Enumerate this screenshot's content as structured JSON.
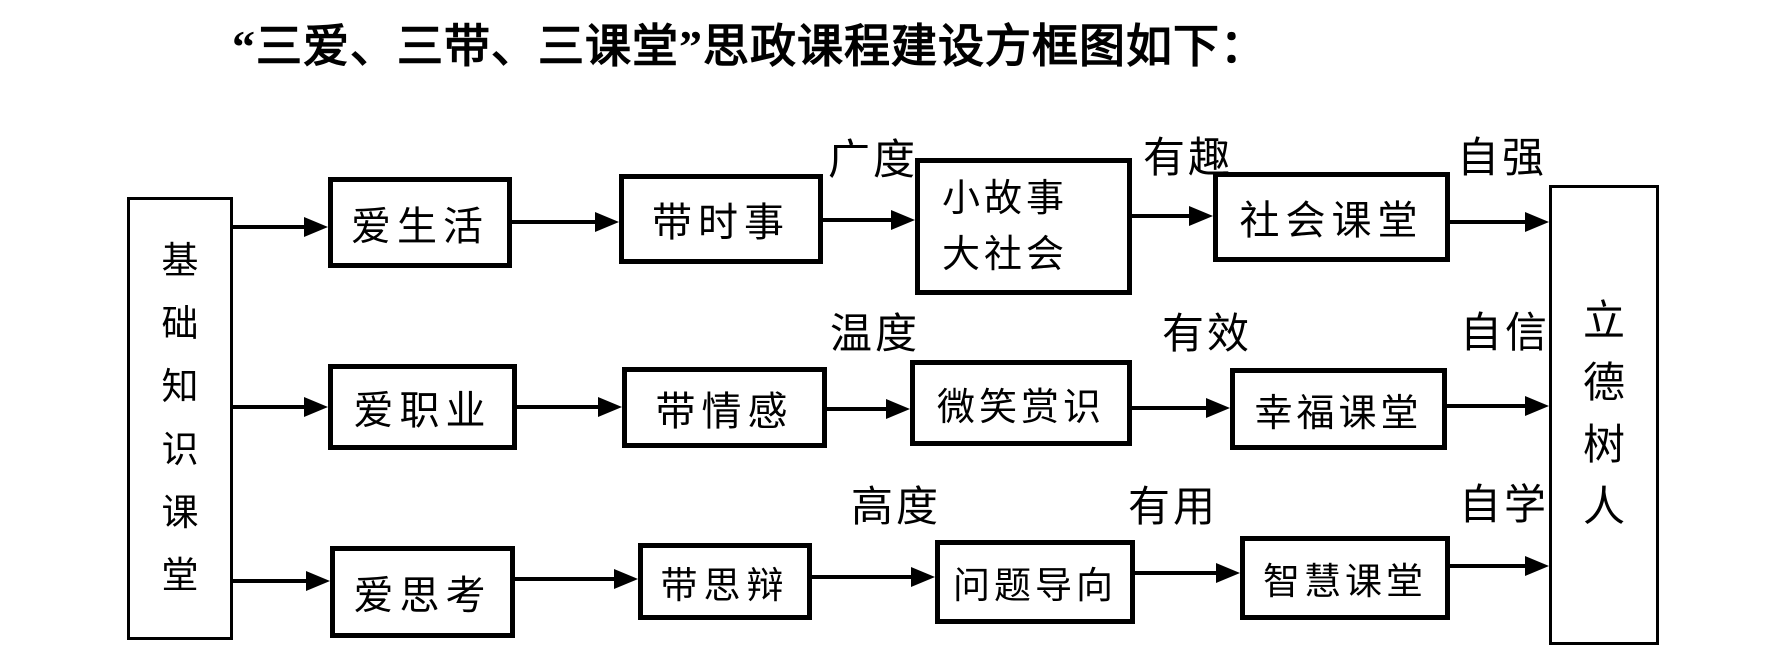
{
  "title": "“三爱、三带、三课堂”思政课程建设方框图如下：",
  "source_box": {
    "label": "基础知识课堂",
    "chars": [
      "基",
      "础",
      "知",
      "识",
      "课",
      "堂"
    ]
  },
  "sink_box": {
    "label": "立德树人",
    "chars": [
      "立",
      "德",
      "树",
      "人"
    ]
  },
  "rows": [
    {
      "love": "爱生活",
      "bring": "带时事",
      "bridge_label": "广度",
      "method_lines": [
        "小故事",
        "大社会"
      ],
      "method_label": "有趣",
      "classroom": "社会课堂",
      "outcome_label": "自强"
    },
    {
      "love": "爱职业",
      "bring": "带情感",
      "bridge_label": "温度",
      "method_lines": [
        "微笑赏识"
      ],
      "method_label": "有效",
      "classroom": "幸福课堂",
      "outcome_label": "自信"
    },
    {
      "love": "爱思考",
      "bring": "带思辩",
      "bridge_label": "高度",
      "method_lines": [
        "问题导向"
      ],
      "method_label": "有用",
      "classroom": "智慧课堂",
      "outcome_label": "自学"
    }
  ],
  "colors": {
    "line": "#000000",
    "background": "#ffffff",
    "text": "#000000"
  }
}
